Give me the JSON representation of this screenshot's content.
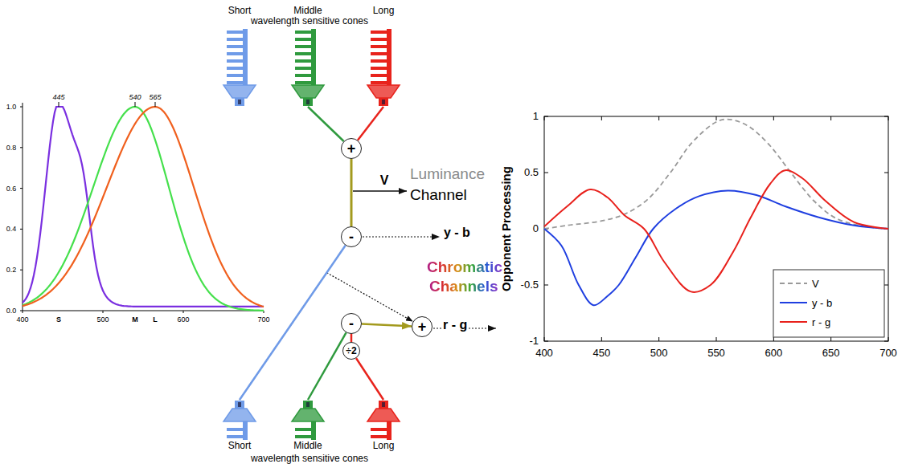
{
  "diagram": {
    "nodes": [
      {
        "text": [
          "Short"
        ]
      },
      {
        "text": [
          "Middle"
        ]
      },
      {
        "text": [
          "Long"
        ]
      },
      {
        "text": [
          "+"
        ]
      },
      {
        "text": [
          "-"
        ]
      },
      {
        "text": [
          "-"
        ]
      },
      {
        "text": [
          "+"
        ]
      },
      {
        "text": [
          "÷2"
        ]
      },
      {
        "text": [
          "Short"
        ]
      },
      {
        "text": [
          "Middle"
        ]
      },
      {
        "text": [
          "Long"
        ]
      }
    ],
    "edges": [
      {
        "from": 1,
        "to": 3,
        "arrow": "none"
      },
      {
        "from": 2,
        "to": 3,
        "arrow": "none"
      },
      {
        "from": 3,
        "to": 4,
        "arrow": "none"
      },
      {
        "from": 8,
        "to": 6,
        "arrow": "to"
      },
      {
        "from": 8,
        "to": 4,
        "arrow": "none"
      },
      {
        "from": 9,
        "to": 5,
        "arrow": "none"
      },
      {
        "from": 10,
        "to": 7,
        "arrow": "none"
      },
      {
        "from": 7,
        "to": 5,
        "arrow": "none"
      },
      {
        "from": 5,
        "to": 6,
        "arrow": "to"
      }
    ],
    "labels": [
      "wavelength sensitive cones",
      "V",
      "Luminance",
      "Channel",
      "y - b",
      "Chromatic",
      "Channels",
      "r - g",
      "wavelength sensitive cones",
      "1.0",
      "0.8",
      "0.6",
      "0.4",
      "0.2",
      "0.0",
      "445",
      "540",
      "565",
      "400",
      "S",
      "500",
      "M",
      "L",
      "600",
      "700",
      "Opponent Processing",
      "1",
      "0.5",
      "0",
      "-0.5",
      "-1",
      "400",
      "450",
      "500",
      "550",
      "600",
      "650",
      "700"
    ],
    "legend": [
      {
        "text": "V"
      },
      {
        "text": "y - b"
      },
      {
        "text": "r - g"
      }
    ]
  }
}
